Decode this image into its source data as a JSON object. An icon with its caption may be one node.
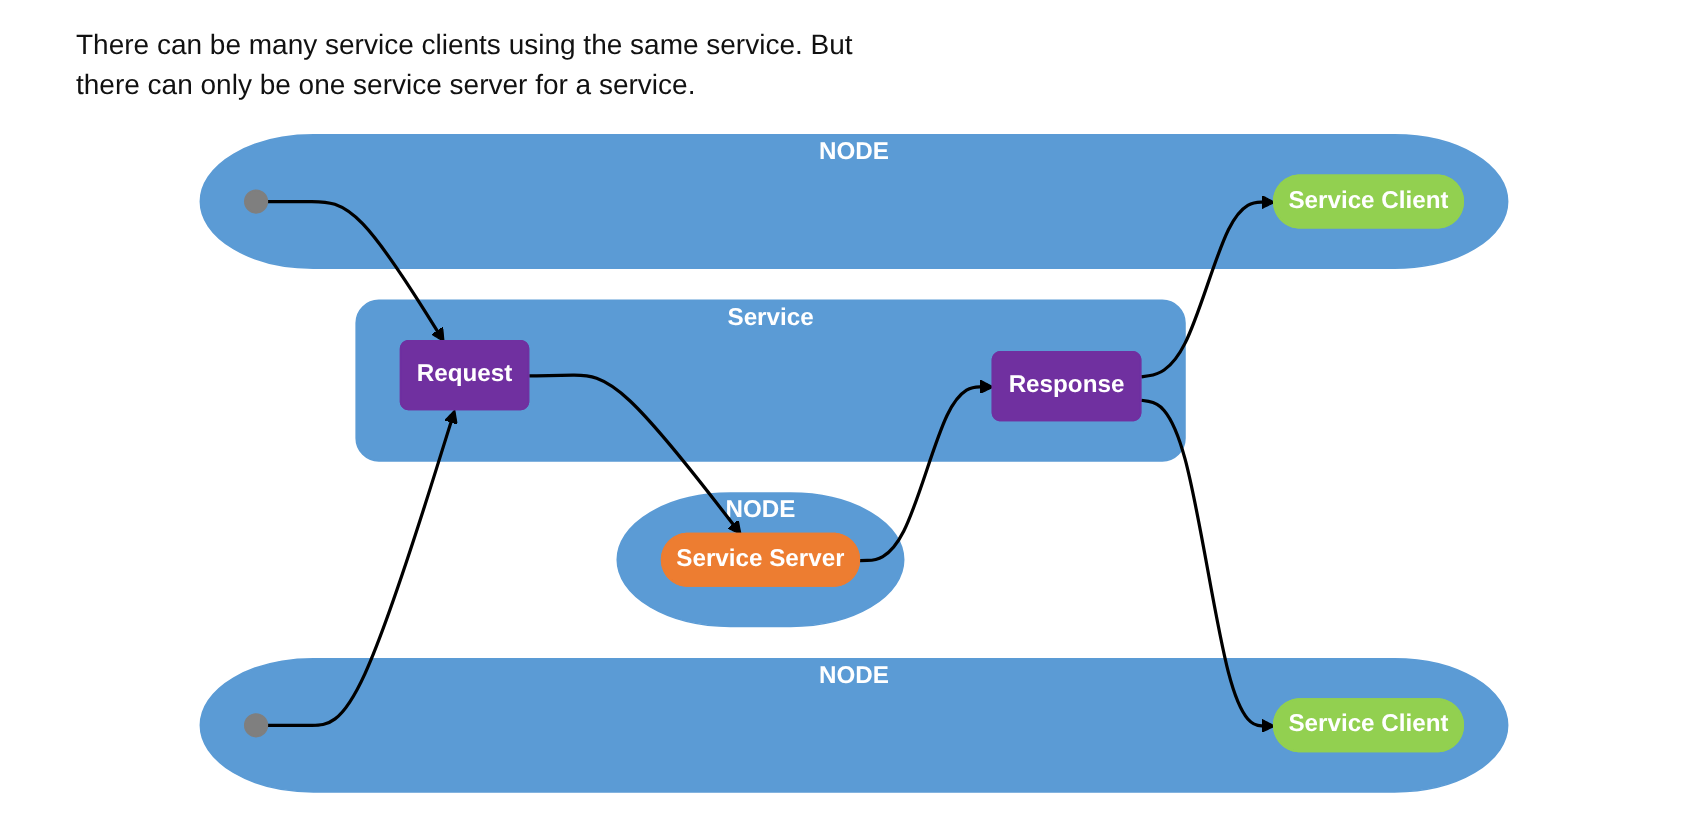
{
  "diagram": {
    "nodes": [
      {
        "text": [
          "NODE"
        ]
      },
      {
        "text": [
          "Service Server"
        ],
        "in": 0
      },
      {
        "text": [
          "Service"
        ]
      },
      {
        "text": [
          "Request"
        ],
        "in": 2
      },
      {
        "text": [
          "Response"
        ],
        "in": 2
      },
      {
        "text": [
          "NODE"
        ]
      },
      {
        "text": [],
        "shape": "circle",
        "in": 5
      },
      {
        "text": [
          "Service Client"
        ],
        "in": 5
      },
      {
        "text": [
          "NODE"
        ]
      },
      {
        "text": [],
        "shape": "circle",
        "in": 8
      },
      {
        "text": [
          "Service Client"
        ],
        "in": 8
      }
    ],
    "edges": [
      {
        "from": 3,
        "to": 1,
        "arrow": "to"
      },
      {
        "from": 1,
        "to": 4,
        "arrow": "to"
      },
      {
        "from": 6,
        "to": 3,
        "arrow": "to"
      },
      {
        "from": 4,
        "to": 7,
        "arrow": "to"
      },
      {
        "from": 9,
        "to": 3,
        "arrow": "to"
      },
      {
        "from": 4,
        "to": 10,
        "arrow": "to"
      }
    ],
    "labels": [
      "There can be many service clients using the same service. But there can only be one service server for a service."
    ]
  }
}
